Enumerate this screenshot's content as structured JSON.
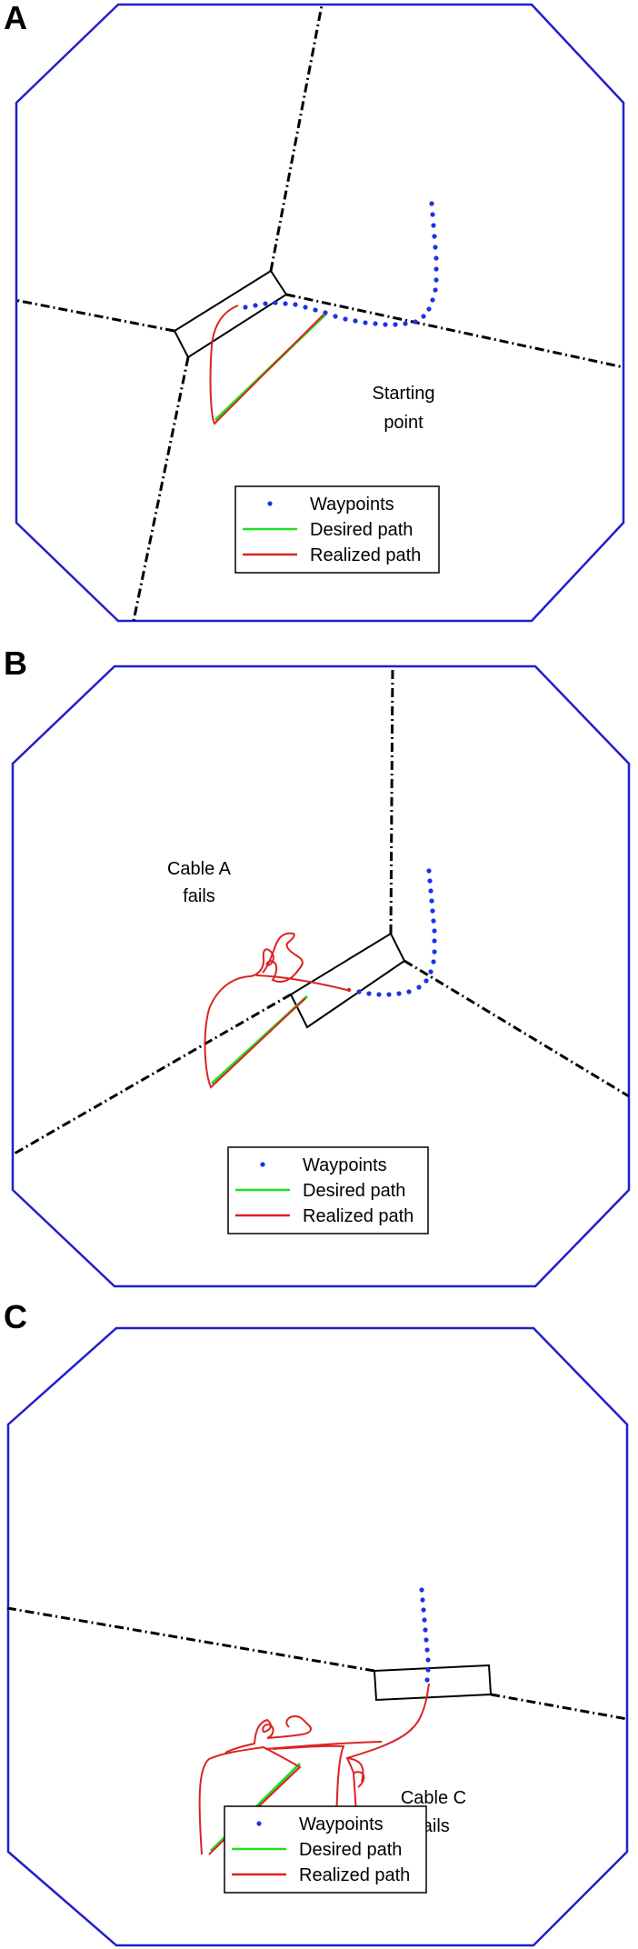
{
  "colors": {
    "boundary": "#1f1fcc",
    "cable": "#000000",
    "waypoint": "#1a33e6",
    "desired": "#22dd22",
    "realized": "#dd2222"
  },
  "panels": [
    {
      "letter": "A",
      "annotation_lines": [
        "Starting",
        "point"
      ],
      "legend": {
        "waypoints": "Waypoints",
        "desired": "Desired path",
        "realized": "Realized path"
      }
    },
    {
      "letter": "B",
      "annotation_lines": [
        "Cable A",
        "fails"
      ],
      "legend": {
        "waypoints": "Waypoints",
        "desired": "Desired path",
        "realized": "Realized path"
      }
    },
    {
      "letter": "C",
      "annotation_lines": [
        "Cable C",
        "fails"
      ],
      "legend": {
        "waypoints": "Waypoints",
        "desired": "Desired path",
        "realized": "Realized path"
      }
    }
  ]
}
